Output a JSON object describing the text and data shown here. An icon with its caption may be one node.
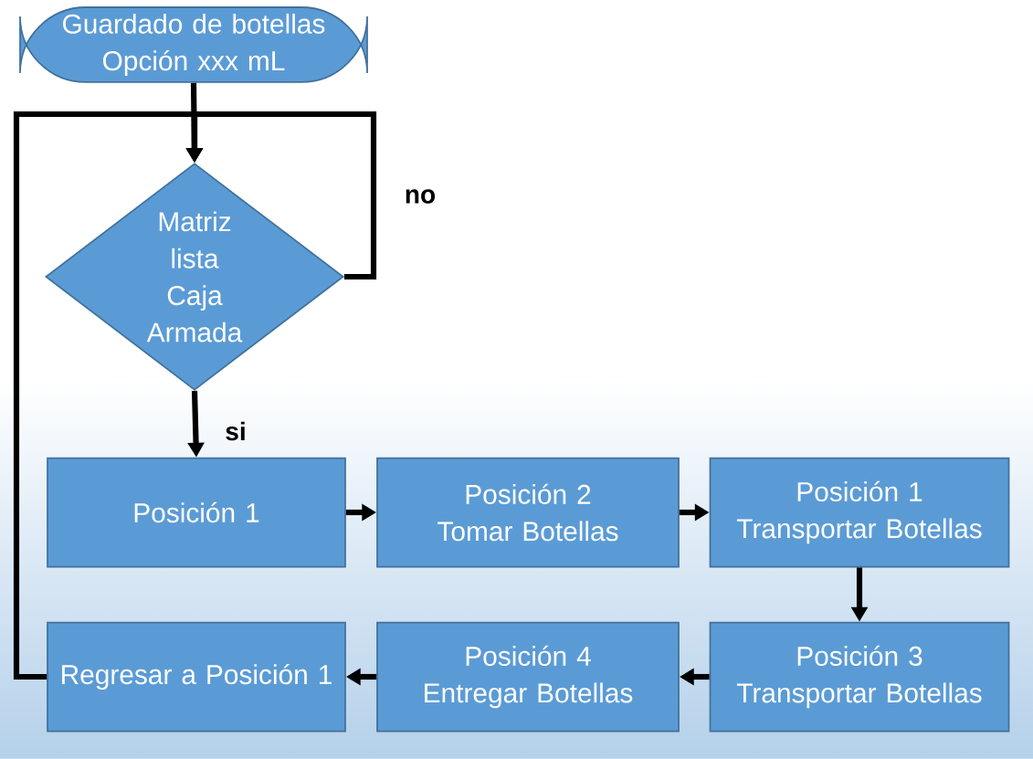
{
  "diagram": {
    "nodes": [
      {
        "text": [
          "Guardado de botellas Opción xxx mL"
        ]
      },
      {
        "text": [
          "Matriz lista Caja Armada"
        ]
      },
      {
        "text": [
          "Posición 1"
        ]
      },
      {
        "text": [
          "Posición 2 Tomar Botellas"
        ]
      },
      {
        "text": [
          "Posición 1 Transportar Botellas"
        ]
      },
      {
        "text": [
          "Posición 3 Transportar Botellas"
        ]
      },
      {
        "text": [
          "Posición 4 Entregar Botellas"
        ]
      },
      {
        "text": [
          "Regresar a Posición 1"
        ]
      }
    ],
    "edges": [
      {
        "from": 0,
        "to": 1,
        "arrow": "to"
      },
      {
        "from": 1,
        "to": 1,
        "arrow": "to",
        "label": "no"
      },
      {
        "from": 1,
        "to": 2,
        "arrow": "to",
        "label": "si"
      },
      {
        "from": 2,
        "to": 3,
        "arrow": "to"
      },
      {
        "from": 3,
        "to": 4,
        "arrow": "to"
      },
      {
        "from": 4,
        "to": 5,
        "arrow": "to"
      },
      {
        "from": 5,
        "to": 6,
        "arrow": "to"
      },
      {
        "from": 6,
        "to": 7,
        "arrow": "to"
      },
      {
        "from": 7,
        "to": 1,
        "arrow": "to"
      }
    ]
  }
}
